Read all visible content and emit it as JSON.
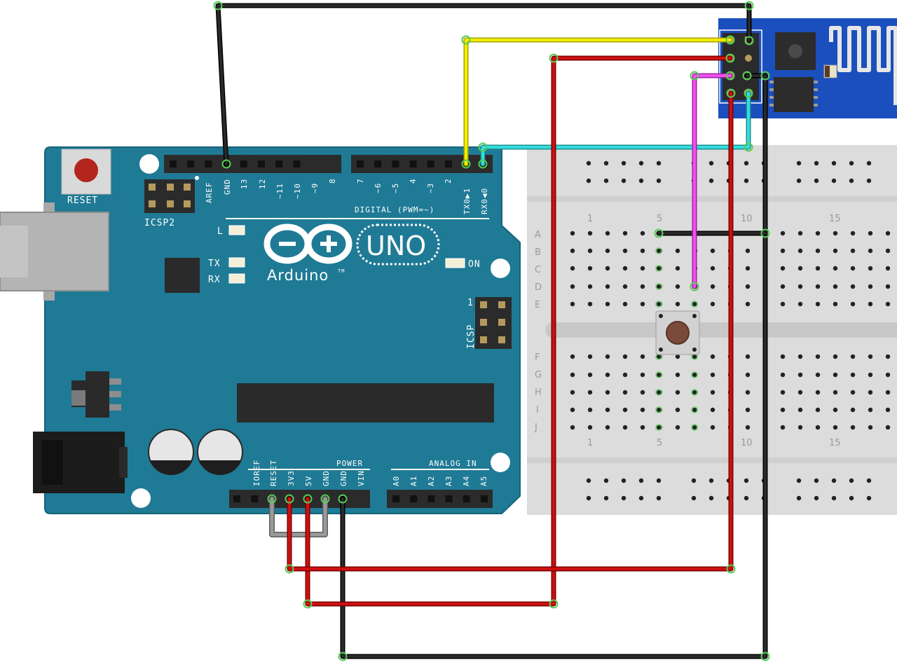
{
  "arduino": {
    "reset_label": "RESET",
    "icsp2_label": "ICSP2",
    "icsp_label": "ICSP",
    "icsp_pin1": "1",
    "digital_label": "DIGITAL (PWM=~)",
    "digital_pins_left": [
      "AREF",
      "GND",
      "13",
      "12",
      "~11",
      "~10",
      "~9",
      "8"
    ],
    "digital_pins_right": [
      "7",
      "~6",
      "~5",
      "4",
      "~3",
      "2",
      "TX0▶1",
      "RX0◀0"
    ],
    "led_l": "L",
    "led_tx": "TX",
    "led_rx": "RX",
    "led_on": "ON",
    "brand": "Arduino",
    "trademark": "TM",
    "model": "UNO",
    "power_label": "POWER",
    "analog_label": "ANALOG IN",
    "power_pins": [
      "IOREF",
      "RESET",
      "3V3",
      "5V",
      "GND",
      "GND",
      "VIN"
    ],
    "analog_pins": [
      "A0",
      "A1",
      "A2",
      "A3",
      "A4",
      "A5"
    ],
    "board_color": "#1f7a95"
  },
  "breadboard": {
    "row_letters_top": [
      "A",
      "B",
      "C",
      "D",
      "E"
    ],
    "row_letters_bottom": [
      "F",
      "G",
      "H",
      "I",
      "J"
    ],
    "column_numbers": [
      "1",
      "5",
      "10",
      "15"
    ]
  },
  "wires": [
    {
      "name": "gnd-top",
      "color": "#1a1a1a"
    },
    {
      "name": "tx",
      "color": "#f0ec00"
    },
    {
      "name": "rx",
      "color": "#33dddd"
    },
    {
      "name": "vcc",
      "color": "#cc0000"
    },
    {
      "name": "ch-pd",
      "color": "#e83ce8"
    },
    {
      "name": "3v3-feed",
      "color": "#cc0000"
    },
    {
      "name": "gnd-bottom",
      "color": "#1a1a1a"
    },
    {
      "name": "reset-jumper",
      "color": "#8a8a8a"
    }
  ]
}
